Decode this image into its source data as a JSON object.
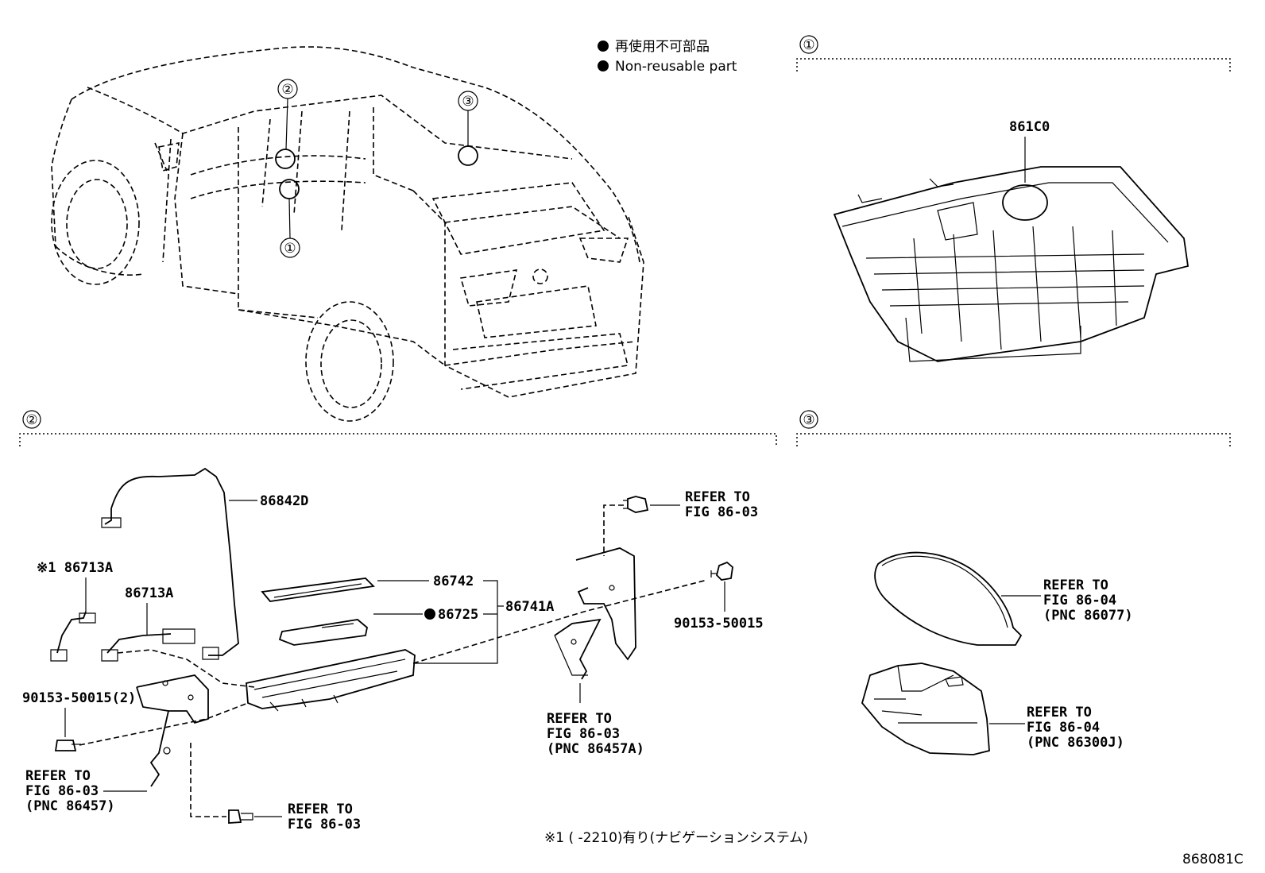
{
  "legend": {
    "jp": "再使用不可部品",
    "en": "Non-reusable part"
  },
  "sections": {
    "s1": "①",
    "s2": "②",
    "s3": "③"
  },
  "car_callouts": [
    "②",
    "③",
    "①"
  ],
  "parts": {
    "p861c0": "861C0",
    "p86842d": "86842D",
    "p86713a_star": "※1 86713A",
    "p86713a": "86713A",
    "p86742": "86742",
    "p86725": "86725",
    "p86741a": "86741A",
    "p90153_2": "90153-50015(2)",
    "p90153": "90153-50015"
  },
  "refs": {
    "r_top_refer": "REFER TO",
    "r_top_fig": "FIG 86-03",
    "r_mid_refer": "REFER TO",
    "r_mid_fig": "FIG 86-03",
    "r_mid_pnc": "(PNC 86457A)",
    "r_left_refer": "REFER TO",
    "r_left_fig": "FIG 86-03",
    "r_left_pnc": "(PNC 86457)",
    "r_bot_refer": "REFER TO",
    "r_bot_fig": "FIG 86-03",
    "r_a1_refer": "REFER TO",
    "r_a1_fig": "FIG 86-04",
    "r_a1_pnc": "(PNC 86077)",
    "r_a2_refer": "REFER TO",
    "r_a2_fig": "FIG 86-04",
    "r_a2_pnc": "(PNC 86300J)"
  },
  "footnote": "※1 (      -2210)有り(ナビゲーションシステム)",
  "figure_id": "868081C"
}
